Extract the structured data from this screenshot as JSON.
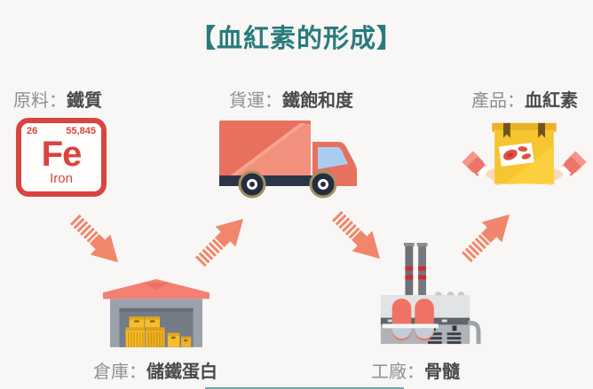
{
  "title": "【血紅素的形成】",
  "stations": {
    "raw_material": {
      "prefix": "原料：",
      "name": "鐵質"
    },
    "freight": {
      "prefix": "貨運：",
      "name": "鐵飽和度"
    },
    "product": {
      "prefix": "產品：",
      "name": "血紅素"
    },
    "warehouse": {
      "prefix": "倉庫：",
      "name": "儲鐵蛋白"
    },
    "factory": {
      "prefix": "工廠：",
      "name": "骨髓"
    }
  },
  "periodic_tile": {
    "atomic_number": "26",
    "atomic_mass": "55,845",
    "symbol": "Fe",
    "element_name": "Iron"
  },
  "flow_arrows": [
    {
      "icon": "arrow-down-right-icon",
      "from": "raw_material",
      "to": "warehouse"
    },
    {
      "icon": "arrow-up-right-icon",
      "from": "warehouse",
      "to": "freight"
    },
    {
      "icon": "arrow-down-right-icon",
      "from": "freight",
      "to": "factory"
    },
    {
      "icon": "arrow-up-right-icon",
      "from": "factory",
      "to": "product"
    }
  ],
  "icons": {
    "raw_material": "periodic-element-iron-icon",
    "freight": "delivery-truck-icon",
    "product": "hands-holding-box-icon",
    "warehouse": "warehouse-crates-icon",
    "factory": "factory-building-icon"
  },
  "colors": {
    "background": "#f8f7f5",
    "title_teal": "#297b7b",
    "label_prefix_gray": "#8f8f8f",
    "label_name_dark": "#4a4a4a",
    "arrow_salmon": "#f0876c",
    "iron_red": "#d8453e",
    "truck_salmon": "#e8705e",
    "truck_window_blue": "#a9cdf1",
    "chassis_navy": "#2b3547",
    "crate_yellow": "#f8bc2c",
    "box_yellow": "#f6c52f",
    "roof_salmon": "#f38072",
    "warehouse_wall_gray": "#9aa2ad",
    "factory_gray": "#b0b3b8",
    "capsule_salmon": "#ee7365",
    "chimney_stripe_red": "#c62f35",
    "hand_skin": "#fbd8b6"
  }
}
